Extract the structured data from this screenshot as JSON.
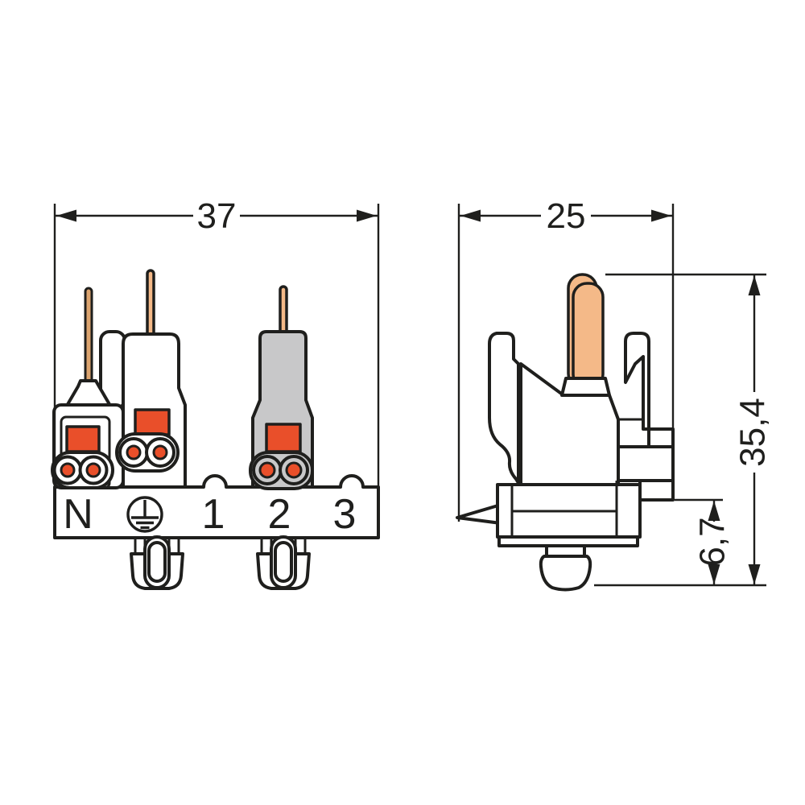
{
  "diagram": {
    "type": "technical-drawing",
    "subject": "3-pole lamp terminal block, front and side views with dimensions (mm)"
  },
  "labels": {
    "front_width": "37",
    "side_width": "25",
    "side_height": "35,4",
    "base_height": "6,7"
  },
  "terminal_strip": {
    "labels": [
      "N",
      "1",
      "2",
      "3"
    ],
    "ground_symbol": "protective-earth-icon"
  },
  "colors": {
    "line": "#1f1f1d",
    "orange": "#e94f2a",
    "copper": "#f4b988",
    "wire": "#dca46f",
    "gray": "#c8c8c9",
    "background": "#ffffff"
  }
}
